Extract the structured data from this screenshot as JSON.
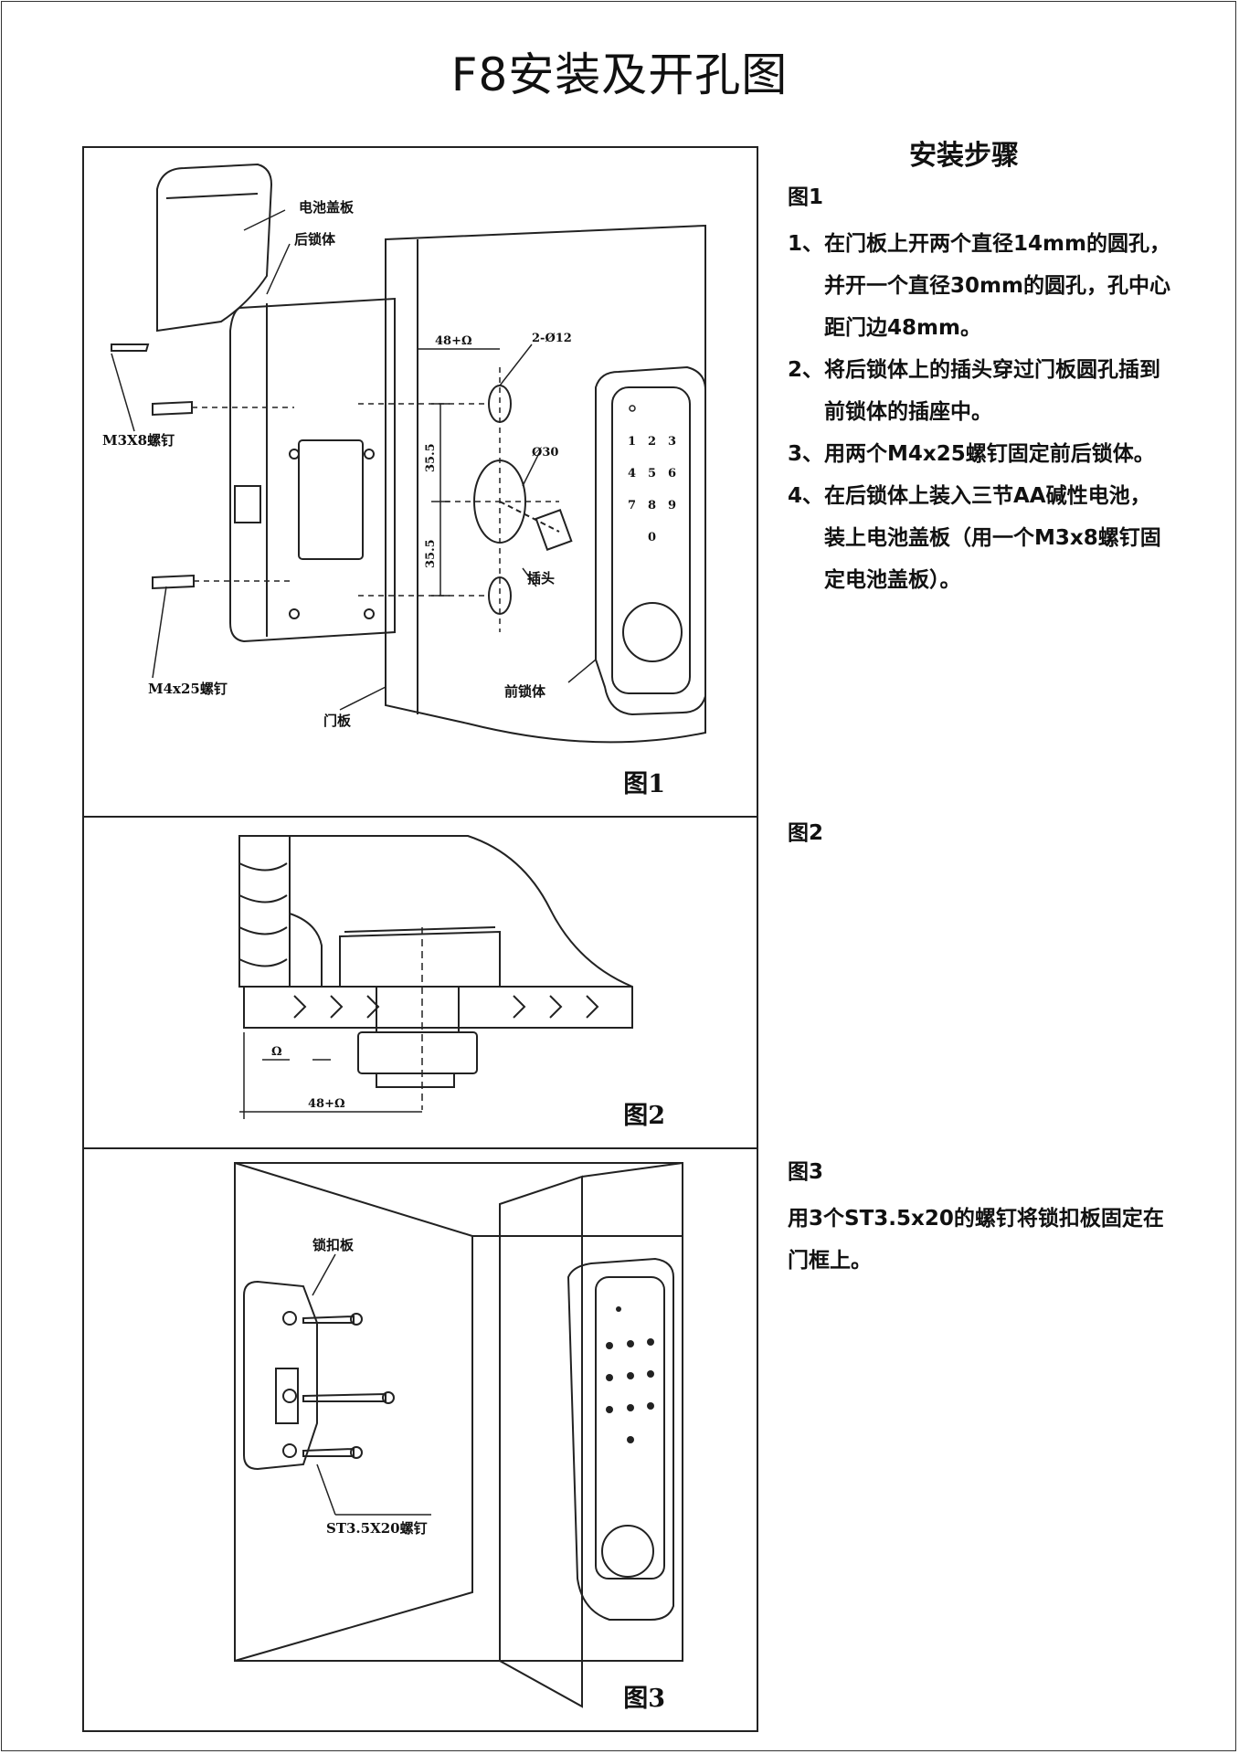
{
  "title": "F8安装及开孔图",
  "steps_title": "安装步骤",
  "figure1": {
    "side_label": "图1",
    "caption": "图1",
    "steps": [
      {
        "num": "1、",
        "text": "在门板上开两个直径14mm的圆孔，并开一个直径30mm的圆孔，孔中心距门边48mm。"
      },
      {
        "num": "2、",
        "text": "将后锁体上的插头穿过门板圆孔插到前锁体的插座中。"
      },
      {
        "num": "3、",
        "text": "用两个M4x25螺钉固定前后锁体。"
      },
      {
        "num": "4、",
        "text": "在后锁体上装入三节AA碱性电池，装上电池盖板（用一个M3x8螺钉固定电池盖板）。"
      }
    ],
    "labels": {
      "battery_cover": "电池盖板",
      "rear_lock": "后锁体",
      "screw_m3": "M3X8螺钉",
      "screw_m4": "M4x25螺钉",
      "door_panel": "门板",
      "front_lock": "前锁体",
      "plug": "插头",
      "dim_48": "48+Ω",
      "dim_2x12": "2-Ø12",
      "dim_30": "Ø30",
      "dim_355_a": "35.5",
      "dim_355_b": "35.5"
    },
    "keypad": [
      "1",
      "2",
      "3",
      "4",
      "5",
      "6",
      "7",
      "8",
      "9",
      "0"
    ]
  },
  "figure2": {
    "side_label": "图2",
    "caption": "图2",
    "labels": {
      "omega": "Ω",
      "dim_48": "48+Ω"
    }
  },
  "figure3": {
    "side_label": "图3",
    "caption": "图3",
    "text": "用3个ST3.5x20的螺钉将锁扣板固定在门框上。",
    "labels": {
      "strike_plate": "锁扣板",
      "screw_st": "ST3.5X20螺钉"
    }
  }
}
